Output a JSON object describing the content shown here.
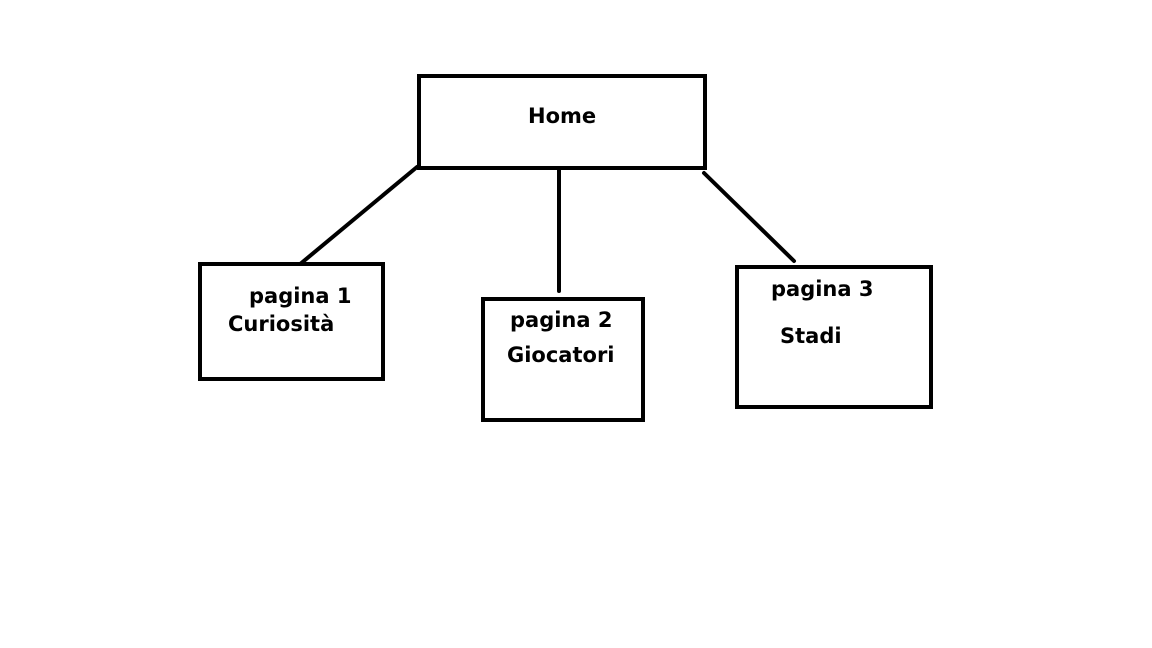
{
  "diagram": {
    "root": {
      "label": "Home"
    },
    "children": [
      {
        "line1": "pagina 1",
        "line2": "Curiosità"
      },
      {
        "line1": "pagina 2",
        "line2": "Giocatori"
      },
      {
        "line1": "pagina 3",
        "line2": "Stadi"
      }
    ],
    "colors": {
      "stroke": "#000000",
      "background": "#ffffff",
      "text": "#000000"
    }
  }
}
